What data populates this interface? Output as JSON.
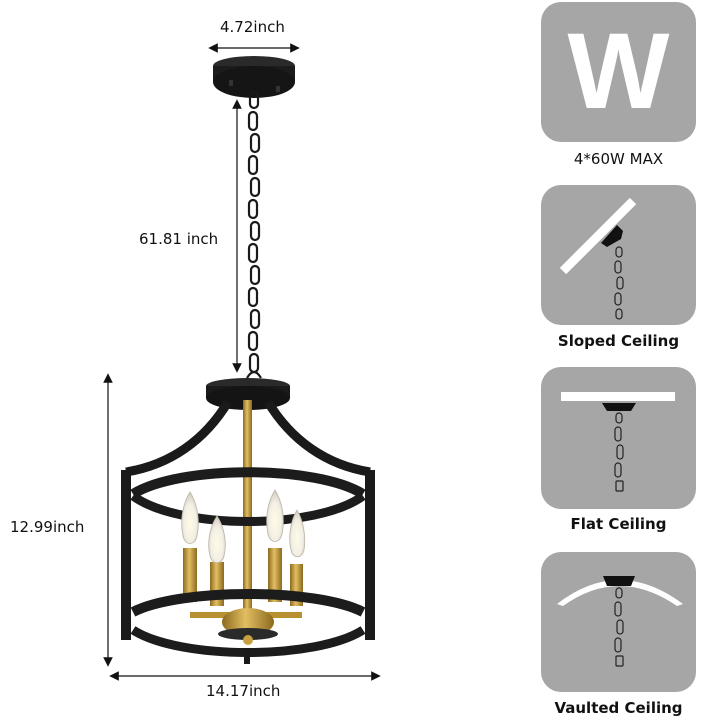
{
  "product": {
    "name": "chandelier-pendant",
    "finish_colors": {
      "frame": "#1c1c1c",
      "accent": "#b8902f"
    }
  },
  "dimensions": {
    "canopy_width": "4.72inch",
    "chain_length": "61.81 inch",
    "fixture_height": "12.99inch",
    "fixture_width": "14.17inch"
  },
  "features": [
    {
      "icon": "wattage-icon",
      "glyph": "W",
      "label": "4*60W MAX"
    },
    {
      "icon": "sloped-ceiling-icon",
      "label": "Sloped Ceiling"
    },
    {
      "icon": "flat-ceiling-icon",
      "label": "Flat Ceiling"
    },
    {
      "icon": "vaulted-ceiling-icon",
      "label": "Vaulted Ceiling"
    }
  ],
  "colors": {
    "tile_bg": "#a6a6a6",
    "tile_fg": "#ffffff"
  }
}
